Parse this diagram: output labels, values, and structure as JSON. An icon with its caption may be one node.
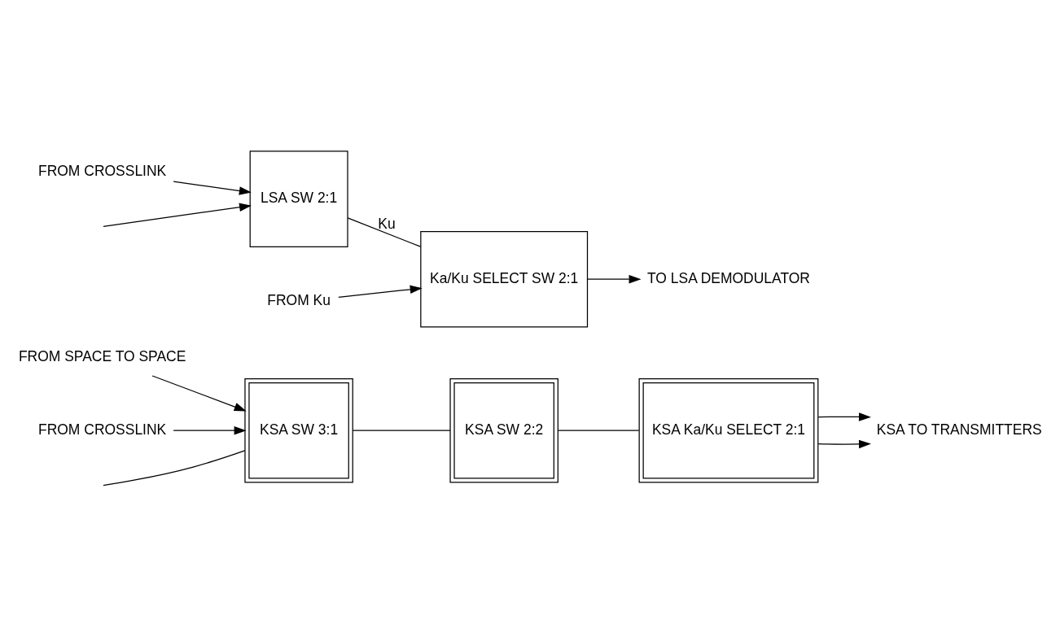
{
  "diagram": {
    "nodes": [
      {
        "text": [
          "FROM SPACE TO SPACE"
        ]
      },
      {
        "text": [
          "FROM CROSSLINK"
        ]
      },
      {
        "text": [
          "KSA SW 3:1"
        ]
      },
      {
        "text": [
          "KSA SW 2:2"
        ]
      },
      {
        "text": [
          "KSA Ka/Ku SELECT 2:1"
        ]
      },
      {
        "text": [
          "KSA TO TRANSMITTERS"
        ]
      },
      {
        "text": [
          "FROM CROSSLINK"
        ]
      },
      {
        "text": [
          "LSA SW 2:1"
        ]
      },
      {
        "text": [
          "Ka/Ku SELECT SW 2:1"
        ]
      },
      {
        "text": [
          "TO LSA DEMODULATOR"
        ]
      },
      {
        "text": [
          "FROM Ku"
        ]
      }
    ],
    "edges": [
      {
        "from": 0,
        "to": 2,
        "arrow": "to"
      },
      {
        "from": 1,
        "to": 2,
        "arrow": "to"
      },
      {
        "from": null,
        "to": 2,
        "arrow": "none"
      },
      {
        "from": 2,
        "to": 3,
        "arrow": "none"
      },
      {
        "from": 3,
        "to": 4,
        "arrow": "none"
      },
      {
        "from": 4,
        "to": 5,
        "arrow": "to"
      },
      {
        "from": 4,
        "to": 5,
        "arrow": "to"
      },
      {
        "from": 6,
        "to": 7,
        "arrow": "to"
      },
      {
        "from": null,
        "to": 7,
        "arrow": "to"
      },
      {
        "from": 7,
        "to": 8,
        "arrow": "none",
        "label": "Ku"
      },
      {
        "from": 10,
        "to": 8,
        "arrow": "to"
      },
      {
        "from": 8,
        "to": 9,
        "arrow": "to"
      }
    ]
  }
}
